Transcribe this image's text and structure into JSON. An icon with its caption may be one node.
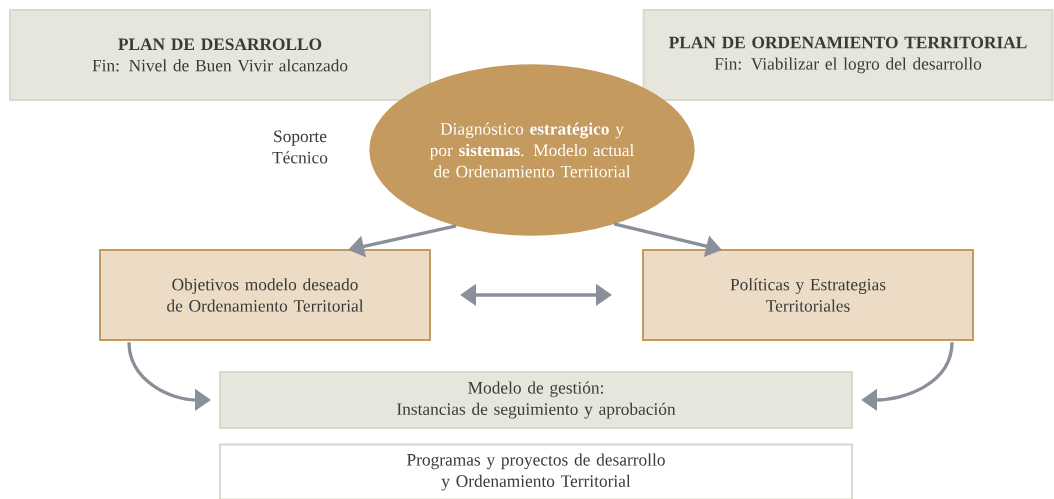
{
  "diagram": {
    "nodes": [
      {
        "text": [
          "PLAN DE DESARROLLO",
          "Fin: Nivel de Buen Vivir alcanzado"
        ]
      },
      {
        "text": [
          "PLAN DE ORDENAMIENTO TERRITORIAL",
          "Fin: Viabilizar el logro del desarrollo"
        ]
      },
      {
        "text": [
          "Diagnóstico **estratégico** y por **sistemas**. Modelo actual de Ordenamiento Territorial"
        ]
      },
      {
        "text": [
          "Objetivos modelo deseado de Ordenamiento Territorial"
        ]
      },
      {
        "text": [
          "Políticas y Estrategias Territoriales"
        ]
      },
      {
        "text": [
          "Modelo de gestión:",
          "Instancias de seguimiento y aprobación"
        ]
      },
      {
        "text": [
          "Programas y proyectos de desarrollo y Ordenamiento Territorial"
        ]
      }
    ],
    "edges": [
      {
        "from": 2,
        "to": 3,
        "arrow": "to"
      },
      {
        "from": 2,
        "to": 4,
        "arrow": "to"
      },
      {
        "from": 3,
        "to": 4,
        "arrow": "both"
      },
      {
        "from": 3,
        "to": 5,
        "arrow": "to"
      },
      {
        "from": 4,
        "to": 5,
        "arrow": "to"
      }
    ],
    "labels": [
      "Soporte Técnico"
    ]
  }
}
